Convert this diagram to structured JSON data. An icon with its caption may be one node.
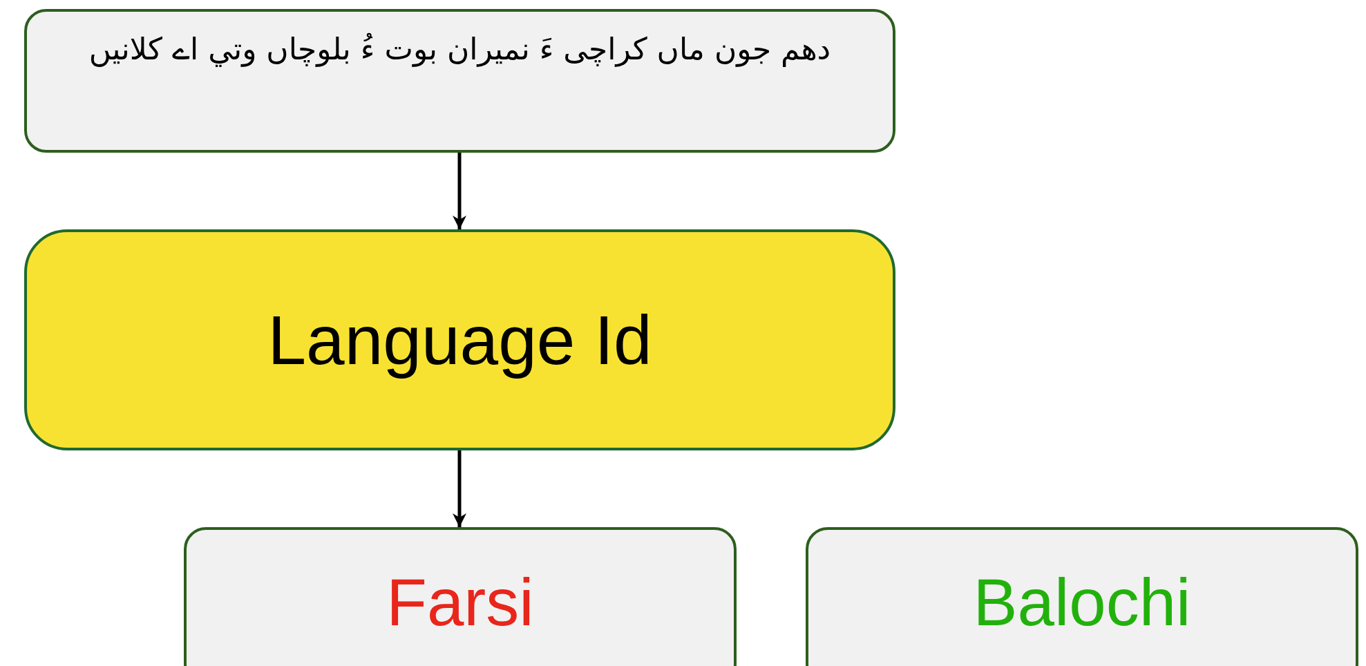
{
  "diagram": {
    "nodes": [
      {
        "text": [
          "دهم جون ماں کراچی ءَ نمیران بوت ءُ بلوچاں وتي اے کلانیں"
        ]
      },
      {
        "text": [
          "Language Id"
        ]
      },
      {
        "text": [
          "Farsi"
        ]
      },
      {
        "text": [
          "Balochi"
        ]
      }
    ],
    "edges": [
      {
        "from": 0,
        "to": 1,
        "arrow": "to"
      },
      {
        "from": 1,
        "to": 2,
        "arrow": "to"
      }
    ]
  }
}
